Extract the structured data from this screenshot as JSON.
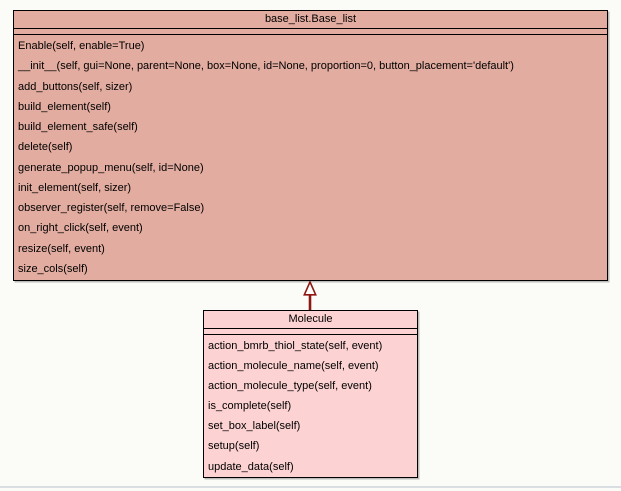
{
  "page": {
    "background_color": "#fbfcf7",
    "divider_color": "#d9dee2"
  },
  "diagram": {
    "nodes": [
      {
        "id": "base_list",
        "title": "base_list.Base_list",
        "fill_color": "#e2aca0",
        "border_color": "#000000",
        "attributes": [],
        "methods": [
          "Enable(self, enable=True)",
          "__init__(self, gui=None, parent=None, box=None, id=None, proportion=0, button_placement='default')",
          "add_buttons(self, sizer)",
          "build_element(self)",
          "build_element_safe(self)",
          "delete(self)",
          "generate_popup_menu(self, id=None)",
          "init_element(self, sizer)",
          "observer_register(self, remove=False)",
          "on_right_click(self, event)",
          "resize(self, event)",
          "size_cols(self)"
        ]
      },
      {
        "id": "molecule",
        "title": "Molecule",
        "fill_color": "#fcd2d2",
        "border_color": "#000000",
        "attributes": [],
        "methods": [
          "action_bmrb_thiol_state(self, event)",
          "action_molecule_name(self, event)",
          "action_molecule_type(self, event)",
          "is_complete(self)",
          "set_box_label(self)",
          "setup(self)",
          "update_data(self)"
        ]
      }
    ],
    "edges": [
      {
        "type": "inheritance",
        "from": "Molecule",
        "to": "base_list.Base_list",
        "color": "#8e1713",
        "arrowhead": "hollow-triangle-up"
      }
    ]
  }
}
